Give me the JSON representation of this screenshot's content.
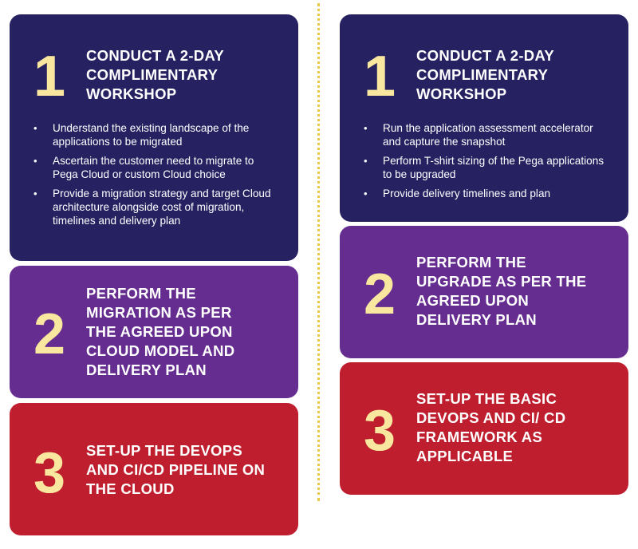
{
  "left": {
    "step1": {
      "number": "1",
      "title": "CONDUCT A 2-DAY COMPLIMENTARY WORKSHOP",
      "bullets": [
        "Understand the existing landscape of the applications to be migrated",
        "Ascertain the customer need to migrate to Pega Cloud or custom Cloud choice",
        "Provide a migration strategy and target Cloud architecture alongside cost of migration, timelines and delivery plan"
      ]
    },
    "step2": {
      "number": "2",
      "title": "PERFORM THE MIGRATION AS PER THE AGREED UPON CLOUD MODEL AND DELIVERY PLAN"
    },
    "step3": {
      "number": "3",
      "title": "SET-UP THE DEVOPS AND CI/CD PIPELINE ON THE CLOUD"
    }
  },
  "right": {
    "step1": {
      "number": "1",
      "title": "CONDUCT A 2-DAY COMPLIMENTARY WORKSHOP",
      "bullets": [
        "Run the application assessment accelerator and capture the snapshot",
        "Perform T-shirt sizing of the Pega applications to be upgraded",
        "Provide delivery timelines and plan"
      ]
    },
    "step2": {
      "number": "2",
      "title": "PERFORM THE UPGRADE AS PER THE AGREED UPON DELIVERY PLAN"
    },
    "step3": {
      "number": "3",
      "title": "SET-UP THE BASIC DEVOPS AND CI/ CD FRAMEWORK AS APPLICABLE"
    }
  },
  "colors": {
    "navy": "#262262",
    "purple": "#652d90",
    "red": "#be1e2d",
    "number": "#f9e79f",
    "divider": "#e9c94a"
  },
  "bullet_glyph": "•"
}
